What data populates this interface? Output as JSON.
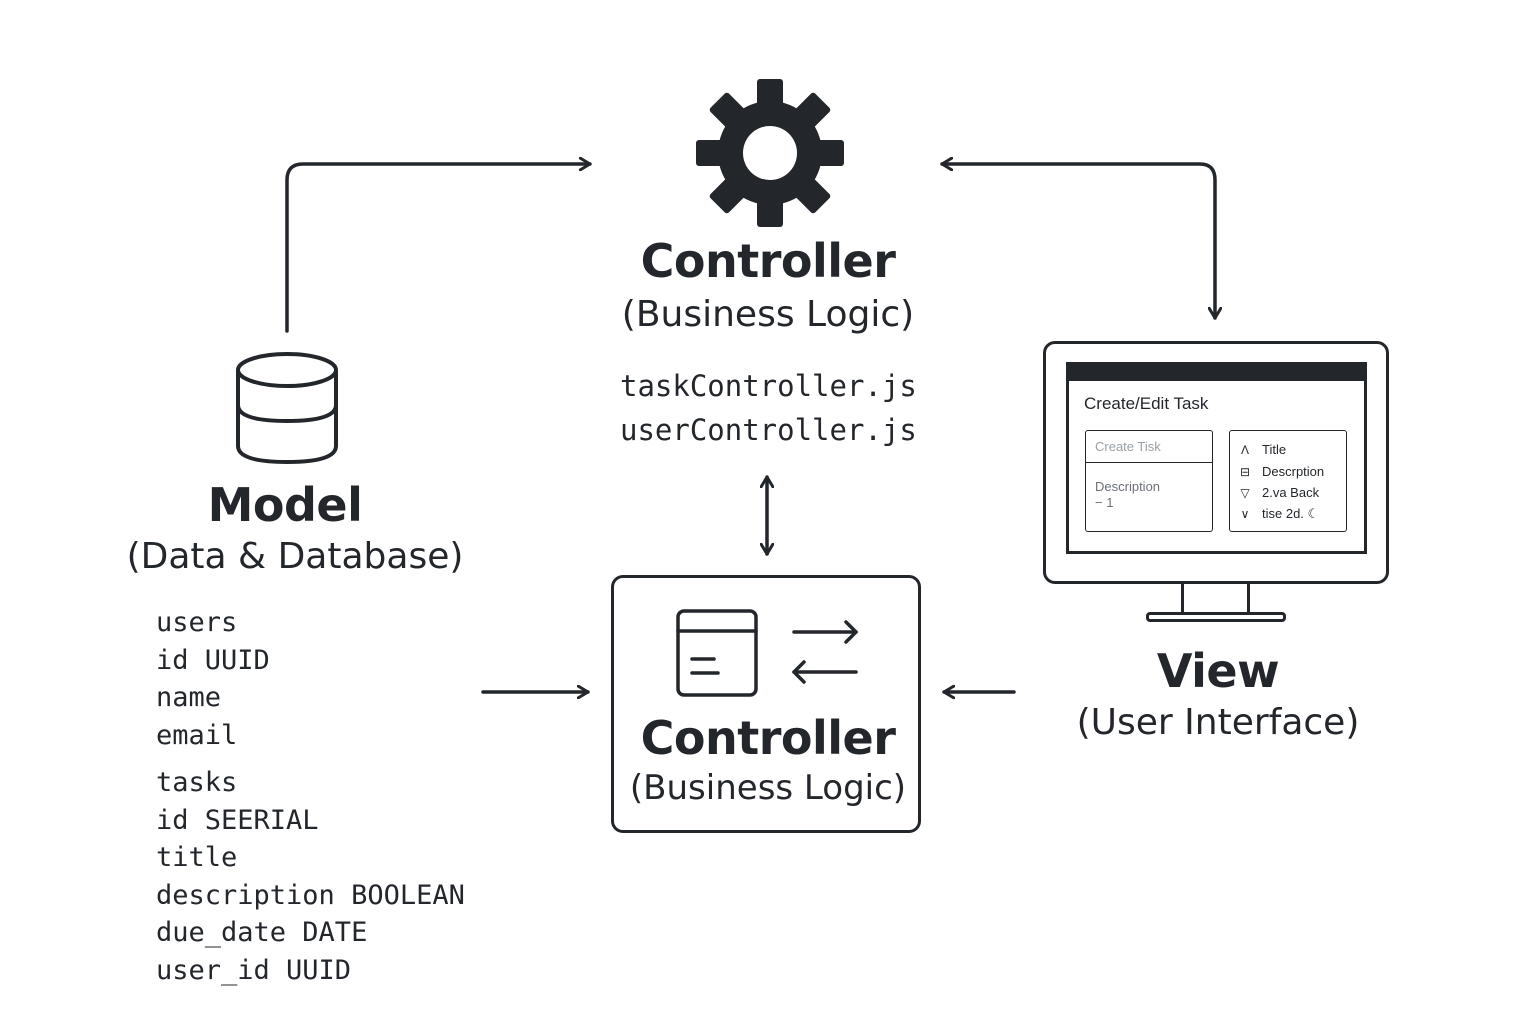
{
  "controller_top": {
    "title": "Controller",
    "subtitle": "(Business Logic)",
    "files": [
      "taskController.js",
      "userController.js"
    ],
    "icon": "gear-icon"
  },
  "model": {
    "title": "Model",
    "subtitle": "(Data & Database)",
    "icon": "database-icon",
    "users_table": [
      "users",
      "id UUID",
      "name",
      "email"
    ],
    "tasks_table": [
      "tasks",
      "id SEERIAL",
      "title",
      "description BOOLEAN",
      "due_date DATE",
      "user_id UUID"
    ]
  },
  "controller_box": {
    "title": "Controller",
    "subtitle": "(Business Logic)",
    "icons": [
      "window-icon",
      "swap-arrows-icon"
    ]
  },
  "view": {
    "title": "View",
    "subtitle": "(User Interface)",
    "icon": "monitor-icon",
    "screen": {
      "title": "Create/Edit Task",
      "form_placeholder": "Create Tisk",
      "form_description_label": "Description",
      "form_description_value": "− 1",
      "list": [
        {
          "glyph": "Λ",
          "label": "Title"
        },
        {
          "glyph": "⊟",
          "label": "Descrption"
        },
        {
          "glyph": "▽",
          "label": "2.va Back"
        },
        {
          "glyph": "∨",
          "label": "tise 2d. ☾"
        }
      ]
    }
  },
  "colors": {
    "ink": "#23272c",
    "background": "#ffffff"
  }
}
